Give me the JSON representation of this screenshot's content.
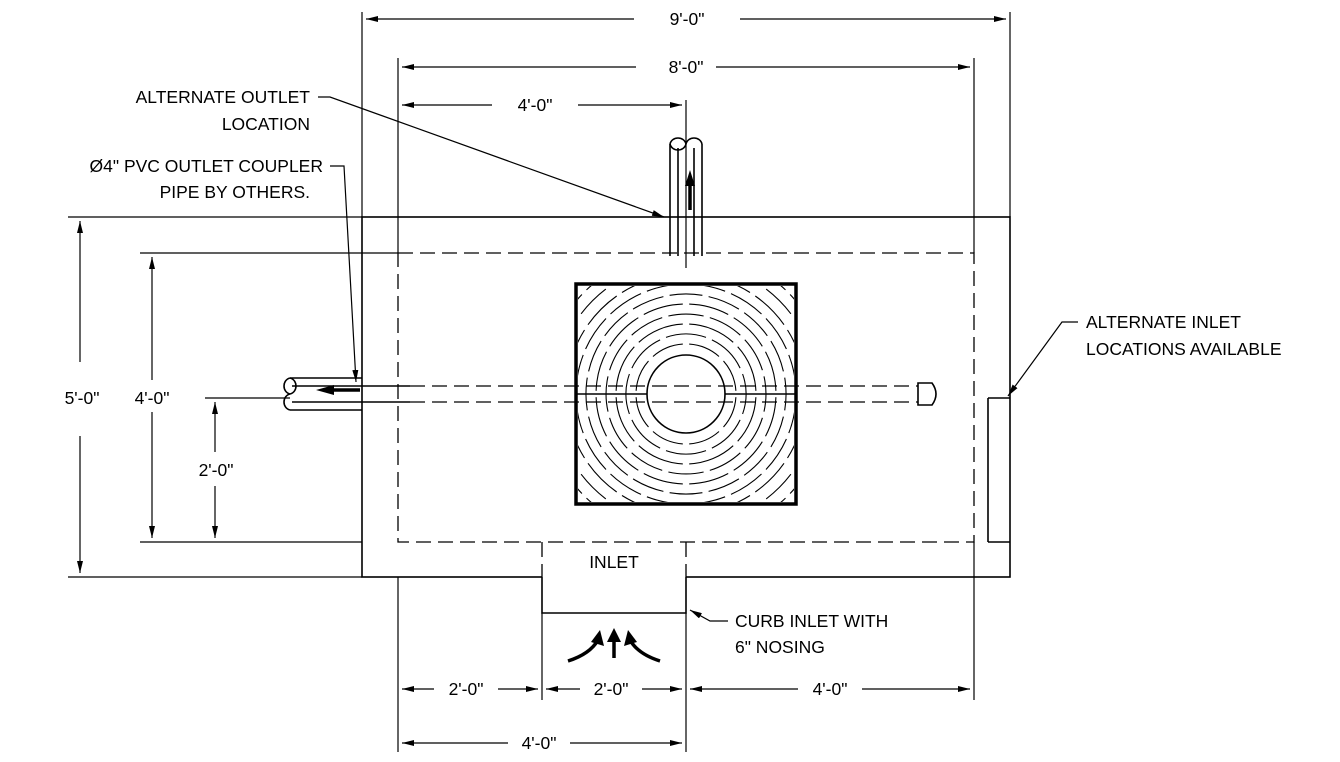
{
  "dimensions": {
    "overall_width": "9'-0\"",
    "inner_width": "8'-0\"",
    "outlet_offset": "4'-0\"",
    "overall_height": "5'-0\"",
    "inner_height": "4'-0\"",
    "side_outlet_height": "2'-0\"",
    "bottom_left": "2'-0\"",
    "inlet_width": "2'-0\"",
    "bottom_right": "4'-0\"",
    "bottom_total": "4'-0\""
  },
  "callouts": {
    "alt_outlet_line1": "ALTERNATE OUTLET",
    "alt_outlet_line2": "LOCATION",
    "pvc_line1": "Ø4\" PVC OUTLET COUPLER",
    "pvc_line2": "PIPE BY OTHERS.",
    "alt_inlet_line1": "ALTERNATE INLET",
    "alt_inlet_line2": "LOCATIONS AVAILABLE",
    "curb_line1": "CURB INLET WITH",
    "curb_line2": "6\" NOSING",
    "inlet": "INLET"
  }
}
